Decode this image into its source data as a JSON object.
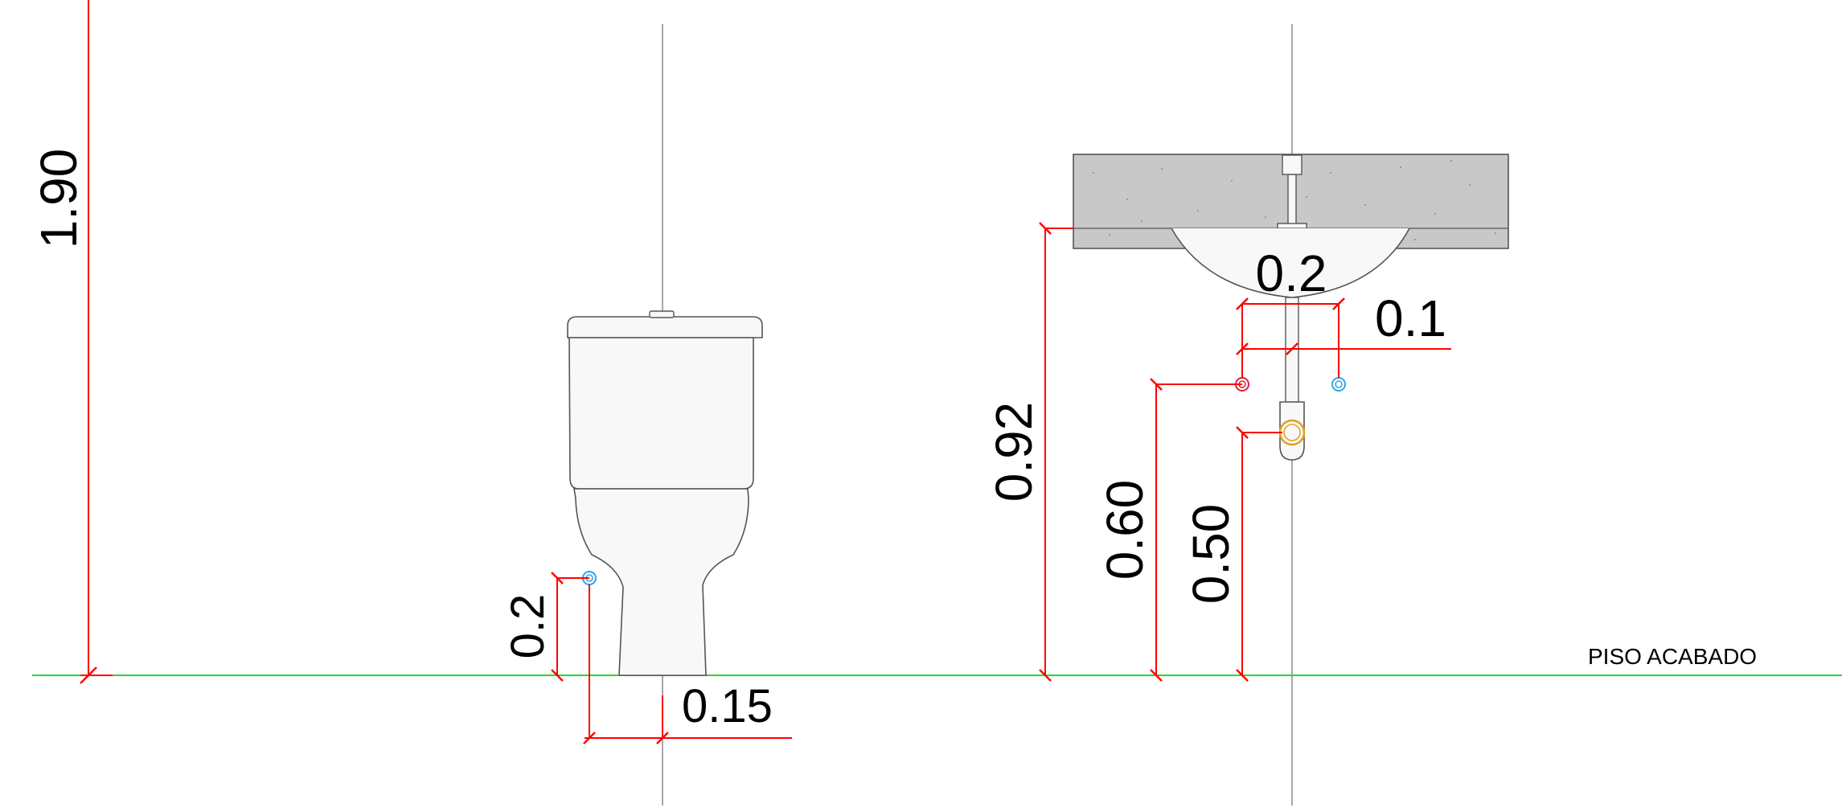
{
  "colors": {
    "floor_line": "#22dd22",
    "dimension": "#ff0000",
    "center_line": "#8a8a8a",
    "outline": "#555555",
    "fixture_fill": "#f8f8f8",
    "counter_fill": "#c8c8c8",
    "cold_water": "#2aa7e6",
    "hot_water": "#e0203c",
    "drain": "#e0a020",
    "text": "#000000"
  },
  "floor_label": "PISO ACABADO",
  "dimensions": {
    "wall_height": "1.90",
    "wc_supply_height": "0.2",
    "wc_supply_offset": "0.15",
    "counter_height": "0.92",
    "hot_supply_height": "0.60",
    "drain_height": "0.50",
    "supply_spacing": "0.2",
    "supply_offset": "0.1"
  },
  "fixtures": {
    "toilet": "toilet",
    "lavatory": "lavatory",
    "icons": [
      "toilet-icon",
      "lavatory-icon",
      "cold-water-point-icon",
      "hot-water-point-icon",
      "drain-point-icon"
    ]
  }
}
